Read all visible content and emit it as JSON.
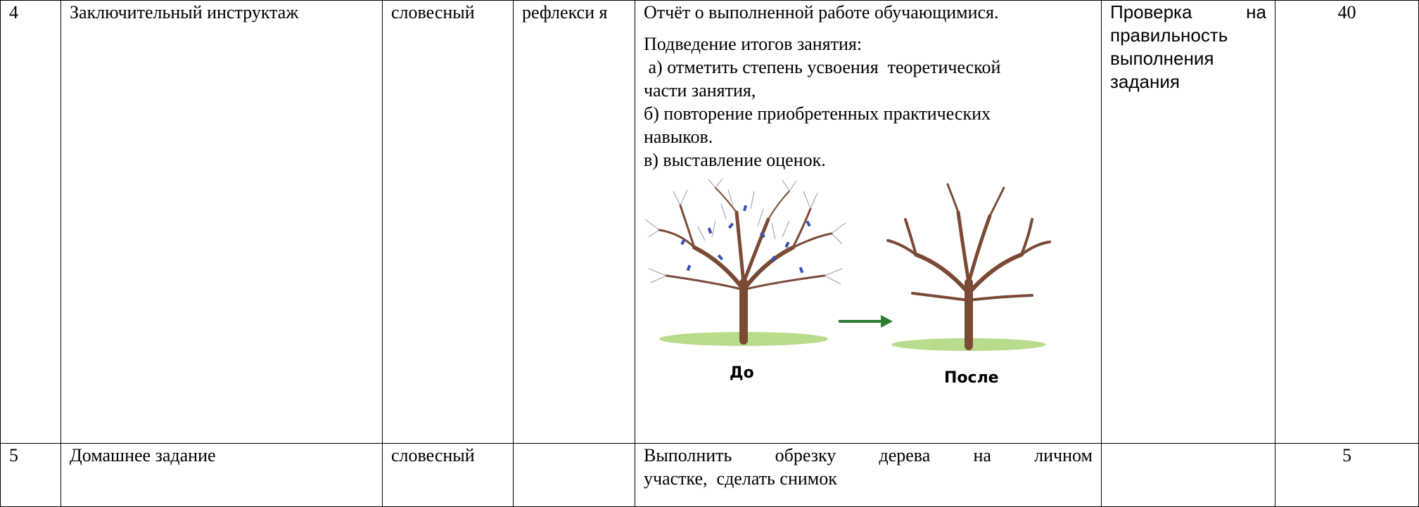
{
  "table": {
    "rows": [
      {
        "num": "4",
        "stage": "Заключительный инструктаж",
        "method": "словесный",
        "form": "рефлекси я",
        "content": {
          "line1": "Отчёт о выполненной работе обучающимися.",
          "heading": "Подведение итогов занятия:",
          "item_a_1": " а) отметить степень усвоения  теоретической",
          "item_a_2": "части занятия,",
          "item_b_1": "б) повторение приобретенных практических",
          "item_b_2": "навыков.",
          "item_c": "в) выставление оценок.",
          "illustration": {
            "before_label": "До",
            "after_label": "После",
            "arrow_color": "#2e7d2e",
            "trunk_color": "#7a4a35",
            "grass_color": "#9acd5a"
          }
        },
        "control": "Проверка на правильность выполнения задания",
        "time": "40"
      },
      {
        "num": "5",
        "stage": "Домашнее задание",
        "method": "словесный",
        "form": "",
        "content": {
          "line1": "Выполнить обрезку дерева на личном",
          "line2": "участке,  сделать снимок"
        },
        "control": "",
        "time": "5"
      }
    ]
  }
}
